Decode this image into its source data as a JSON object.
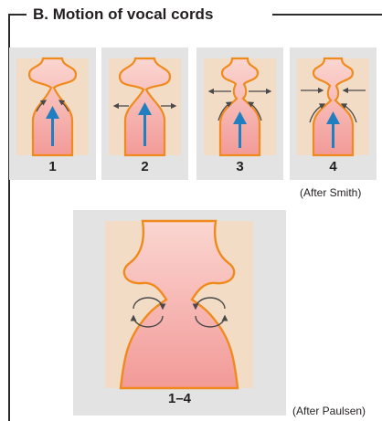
{
  "section_title": "B.  Motion of vocal cords",
  "panels": [
    {
      "label": "1"
    },
    {
      "label": "2"
    },
    {
      "label": "3"
    },
    {
      "label": "4"
    }
  ],
  "large_panel": {
    "label": "1–4"
  },
  "credits": {
    "top": "(After Smith)",
    "bottom": "(After Paulsen)"
  },
  "colors": {
    "panel_bg": "#e3e3e4",
    "tissue_bg": "#f2dcc6",
    "airway_fill": "#f4a9a6",
    "cord_outline": "#f08a1c",
    "airflow_arrow": "#1f7fc1",
    "motion_arrow": "#4a4a4a"
  },
  "icons": [
    "airflow-up-arrow",
    "motion-arrow",
    "circular-motion-arrow"
  ]
}
